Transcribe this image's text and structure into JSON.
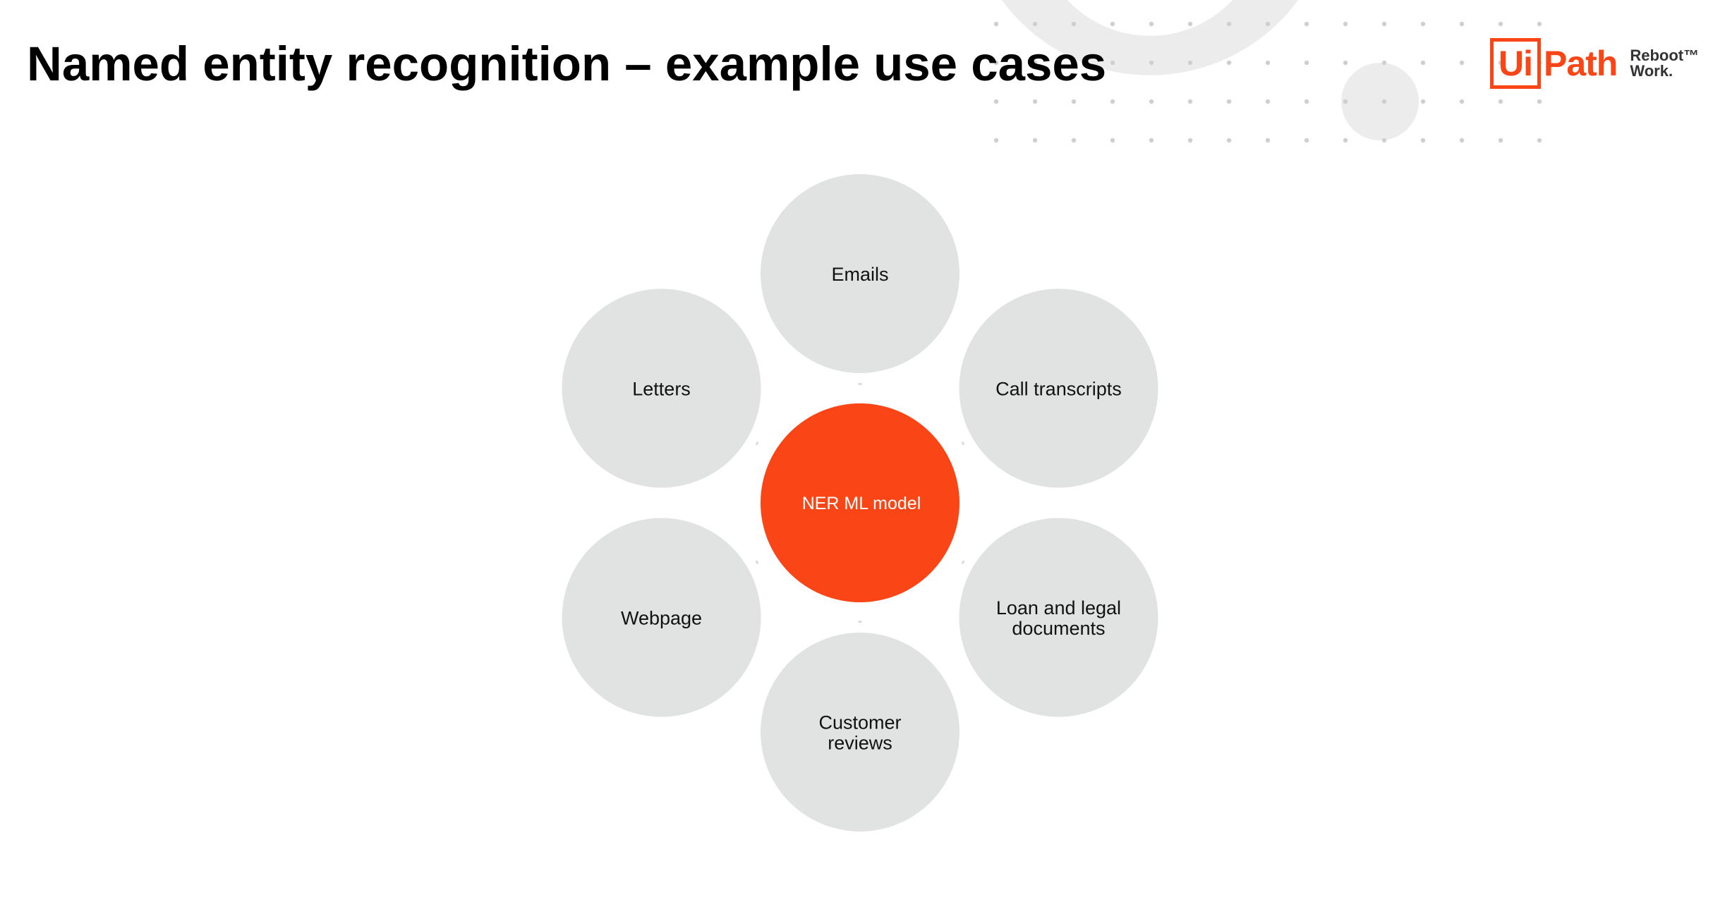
{
  "title": "Named entity recognition – example use cases",
  "logo": {
    "box_text": "Ui",
    "path_text": "Path",
    "tagline_line1": "Reboot™",
    "tagline_line2": "Work."
  },
  "colors": {
    "accent": "#fa4616",
    "node_fill": "#e1e3e3",
    "connector": "#dcdcdc",
    "decoration": "#ececec"
  },
  "diagram": {
    "hub": {
      "label": "NER ML model"
    },
    "nodes": [
      {
        "id": "emails",
        "lines": [
          "Emails"
        ]
      },
      {
        "id": "call-transcripts",
        "lines": [
          "Call transcripts"
        ]
      },
      {
        "id": "loan-legal-documents",
        "lines": [
          "Loan and legal",
          "documents"
        ]
      },
      {
        "id": "customer-reviews",
        "lines": [
          "Customer",
          "reviews"
        ]
      },
      {
        "id": "webpage",
        "lines": [
          "Webpage"
        ]
      },
      {
        "id": "letters",
        "lines": [
          "Letters"
        ]
      }
    ]
  }
}
